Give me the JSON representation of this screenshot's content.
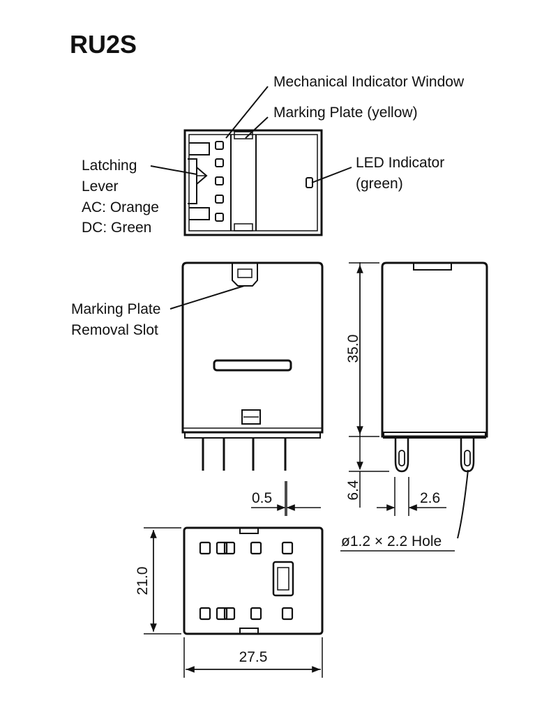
{
  "title": "RU2S",
  "callouts": {
    "mechanical_indicator": "Mechanical Indicator Window",
    "marking_plate": "Marking Plate (yellow)",
    "latching_lever": [
      "Latching",
      "Lever",
      "AC: Orange",
      "DC: Green"
    ],
    "led_indicator": [
      "LED Indicator",
      "(green)"
    ],
    "marking_plate_slot": [
      "Marking Plate",
      "Removal Slot"
    ],
    "hole": "ø1.2 × 2.2 Hole"
  },
  "dimensions": {
    "height": "35.0",
    "pin_length": "6.4",
    "pin_thickness": "0.5",
    "pin_spacing": "2.6",
    "depth": "21.0",
    "width": "27.5"
  }
}
